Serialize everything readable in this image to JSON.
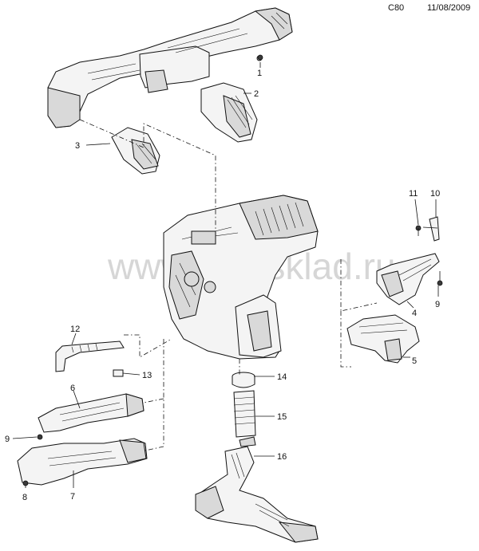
{
  "header": {
    "code": "C80",
    "date": "11/08/2009"
  },
  "watermark": "www.autosklad.ru",
  "callouts": [
    "1",
    "2",
    "3",
    "4",
    "5",
    "6",
    "7",
    "8",
    "9",
    "9",
    "10",
    "11",
    "12",
    "13",
    "14",
    "15",
    "16"
  ]
}
